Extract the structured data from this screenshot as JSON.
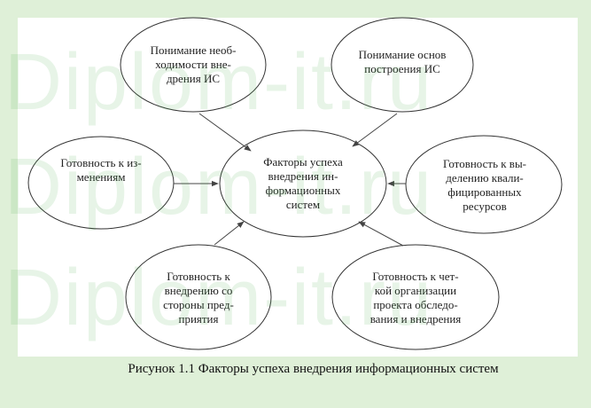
{
  "watermark": "Diplom-it.ru",
  "nodes": {
    "center": "Факторы успеха\nвнедрения ин-\nформационных\nсистем",
    "top_left": "Понимание необ-\nходимости вне-\nдрения ИС",
    "top_right": "Понимание основ\nпостроения ИС",
    "mid_left": "Готовность к из-\nменениям",
    "mid_right": "Готовность к вы-\nделению квали-\nфицированных\nресурсов",
    "bottom_left": "Готовность к\nвнедрению со\nстороны пред-\nприятия",
    "bottom_right": "Готовность к чет-\nкой организации\nпроекта обследо-\nвания и внедрения"
  },
  "caption": "Рисунок 1.1 Факторы успеха внедрения информационных систем"
}
